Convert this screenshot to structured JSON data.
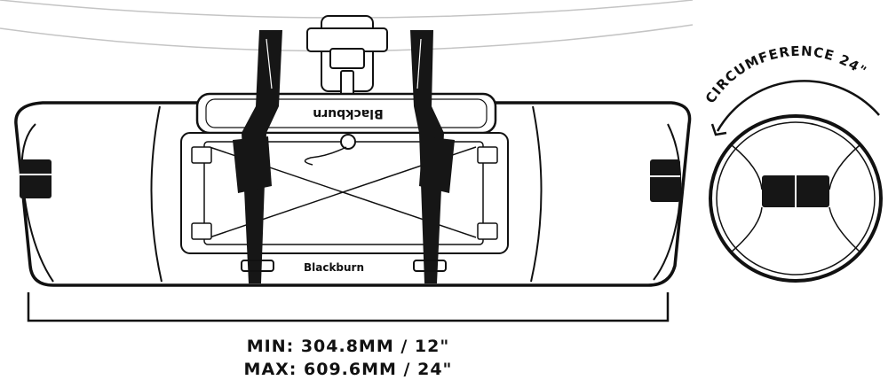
{
  "diagram": {
    "brand_top": "Blackburn",
    "brand_bottom": "Blackburn",
    "circumference_label": "CIRCUMFERENCE 24\"",
    "dimension_min": "MIN: 304.8MM / 12\"",
    "dimension_max": "MAX: 609.6MM / 24\""
  },
  "colors": {
    "ink": "#111111",
    "strap": "#161616",
    "paper": "#ffffff",
    "guide": "#bfbfbf"
  }
}
